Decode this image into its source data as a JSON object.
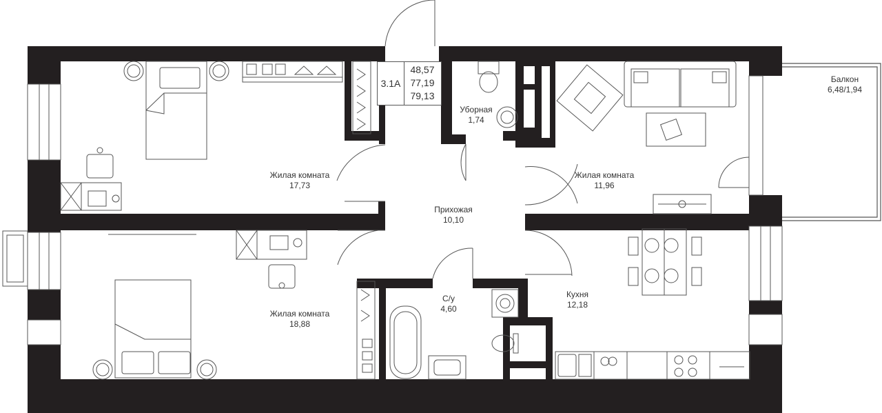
{
  "apartment": {
    "code": "3.1A",
    "areas": [
      "48,57",
      "77,19",
      "79,13"
    ]
  },
  "rooms": [
    {
      "id": "bedroom-1",
      "name": "Жилая комната",
      "area": "17,73"
    },
    {
      "id": "bedroom-2",
      "name": "Жилая комната",
      "area": "18,88"
    },
    {
      "id": "living-room",
      "name": "Жилая комната",
      "area": "11,96"
    },
    {
      "id": "toilet",
      "name": "Уборная",
      "area": "1,74"
    },
    {
      "id": "hallway",
      "name": "Прихожая",
      "area": "10,10"
    },
    {
      "id": "bathroom",
      "name": "С/у",
      "area": "4,60"
    },
    {
      "id": "kitchen",
      "name": "Кухня",
      "area": "12,18"
    },
    {
      "id": "balcony",
      "name": "Балкон",
      "area": "6,48/1,94"
    }
  ],
  "colors": {
    "wall": "#231f20",
    "line": "#555555",
    "text": "#333333"
  }
}
